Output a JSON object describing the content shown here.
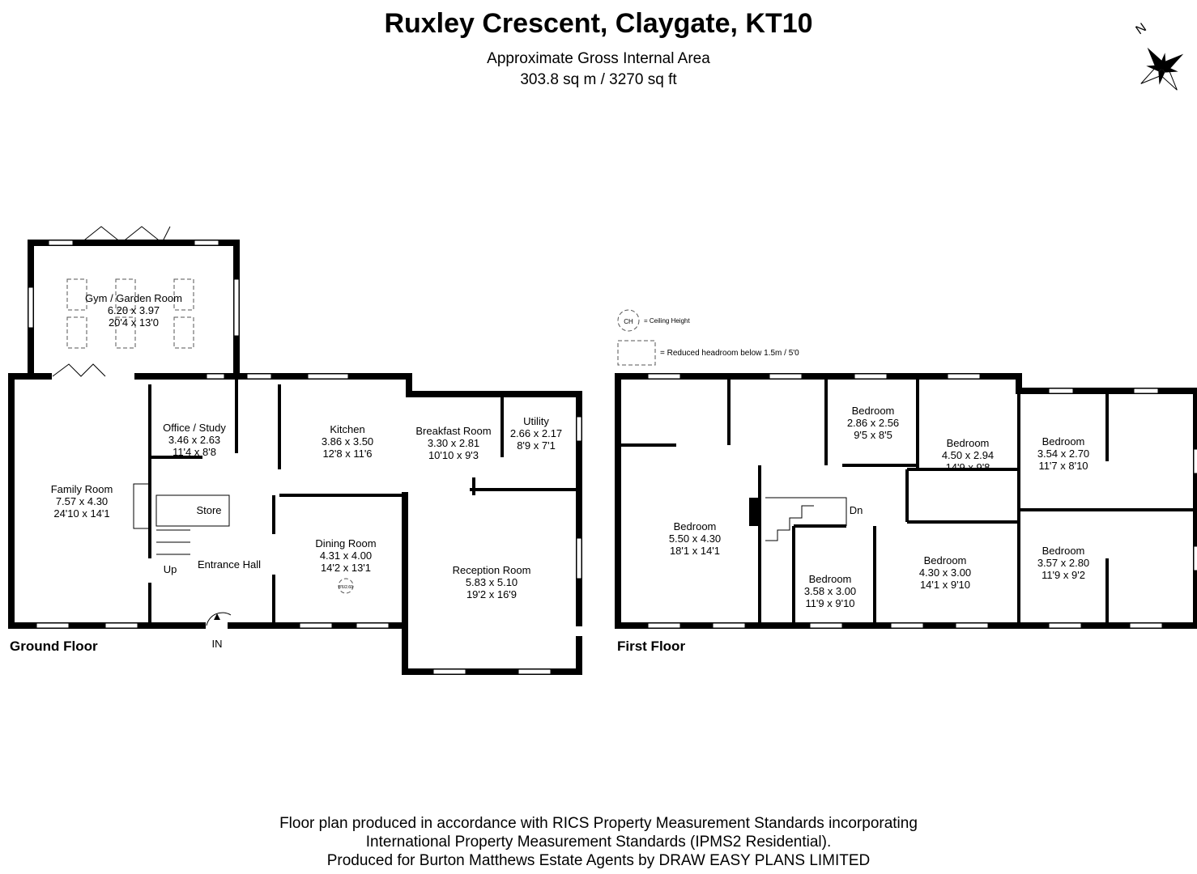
{
  "header": {
    "title": "Ruxley Crescent, Claygate, KT10",
    "area_label": "Approximate Gross Internal Area",
    "area_value": "303.8 sq m / 3270 sq ft",
    "compass_letter": "N"
  },
  "legend": {
    "ch_symbol": "CH",
    "ch_label": "= Ceiling Height",
    "reduced_label": "= Reduced headroom below 1.5m / 5'0"
  },
  "ground_floor": {
    "label": "Ground Floor",
    "entrance": "IN",
    "stairs": "Up",
    "store": "Store",
    "ceiling_height": "8'6/2.60",
    "rooms": [
      {
        "name": "Gym / Garden Room",
        "metric": "6.20 x 3.97",
        "imperial": "20'4 x 13'0"
      },
      {
        "name": "Family Room",
        "metric": "7.57 x 4.30",
        "imperial": "24'10 x 14'1"
      },
      {
        "name": "Office / Study",
        "metric": "3.46 x 2.63",
        "imperial": "11'4 x 8'8"
      },
      {
        "name": "Kitchen",
        "metric": "3.86 x 3.50",
        "imperial": "12'8 x 11'6"
      },
      {
        "name": "Breakfast Room",
        "metric": "3.30 x 2.81",
        "imperial": "10'10 x 9'3"
      },
      {
        "name": "Utility",
        "metric": "2.66 x 2.17",
        "imperial": "8'9 x 7'1"
      },
      {
        "name": "Entrance Hall",
        "metric": "",
        "imperial": ""
      },
      {
        "name": "Dining Room",
        "metric": "4.31 x 4.00",
        "imperial": "14'2 x 13'1"
      },
      {
        "name": "Reception Room",
        "metric": "5.83 x 5.10",
        "imperial": "19'2 x 16'9"
      }
    ]
  },
  "first_floor": {
    "label": "First Floor",
    "stairs": "Dn",
    "rooms": [
      {
        "name": "Bedroom",
        "metric": "2.86 x 2.56",
        "imperial": "9'5 x 8'5"
      },
      {
        "name": "Bedroom",
        "metric": "4.50 x 2.94",
        "imperial": "14'9 x 9'8"
      },
      {
        "name": "Bedroom",
        "metric": "3.54 x 2.70",
        "imperial": "11'7 x 8'10"
      },
      {
        "name": "Bedroom",
        "metric": "5.50 x 4.30",
        "imperial": "18'1 x 14'1"
      },
      {
        "name": "Bedroom",
        "metric": "3.58 x 3.00",
        "imperial": "11'9 x 9'10"
      },
      {
        "name": "Bedroom",
        "metric": "4.30 x 3.00",
        "imperial": "14'1 x 9'10"
      },
      {
        "name": "Bedroom",
        "metric": "3.57 x 2.80",
        "imperial": "11'9 x 9'2"
      }
    ]
  },
  "footer": {
    "line1": "Floor plan produced in accordance with RICS Property Measurement Standards incorporating",
    "line2": "International Property Measurement Standards (IPMS2 Residential).",
    "line3": "Produced for Burton Matthews Estate Agents by DRAW EASY PLANS LIMITED"
  }
}
